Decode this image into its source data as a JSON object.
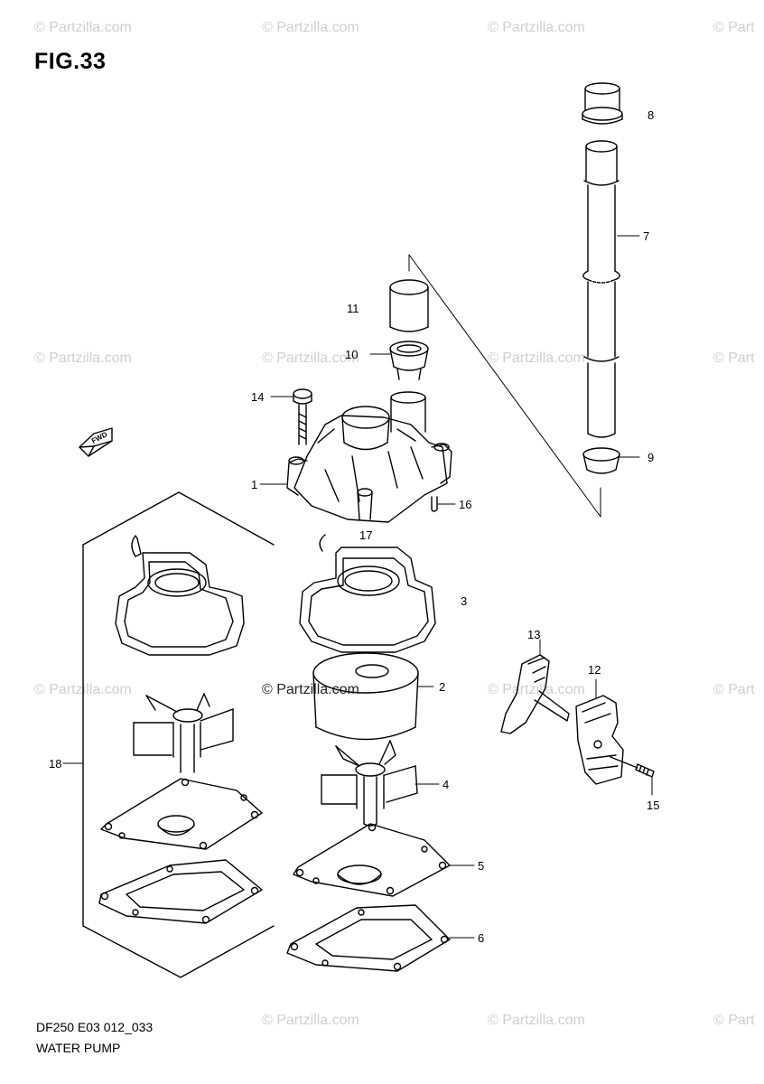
{
  "figure": {
    "title": "FIG.33",
    "code": "DF250 E03 012_033",
    "caption": "WATER PUMP"
  },
  "watermark": {
    "text": "© Partzilla.com",
    "edge_text": "© Part",
    "center_text": "© Partzilla.com"
  },
  "arrow_badge": {
    "label": "FWD"
  },
  "callouts": {
    "c1": "1",
    "c2": "2",
    "c3": "3",
    "c4": "4",
    "c5": "5",
    "c6": "6",
    "c7": "7",
    "c8": "8",
    "c9": "9",
    "c10": "10",
    "c11": "11",
    "c12": "12",
    "c13": "13",
    "c14": "14",
    "c15": "15",
    "c16": "16",
    "c17": "17",
    "c18": "18"
  }
}
